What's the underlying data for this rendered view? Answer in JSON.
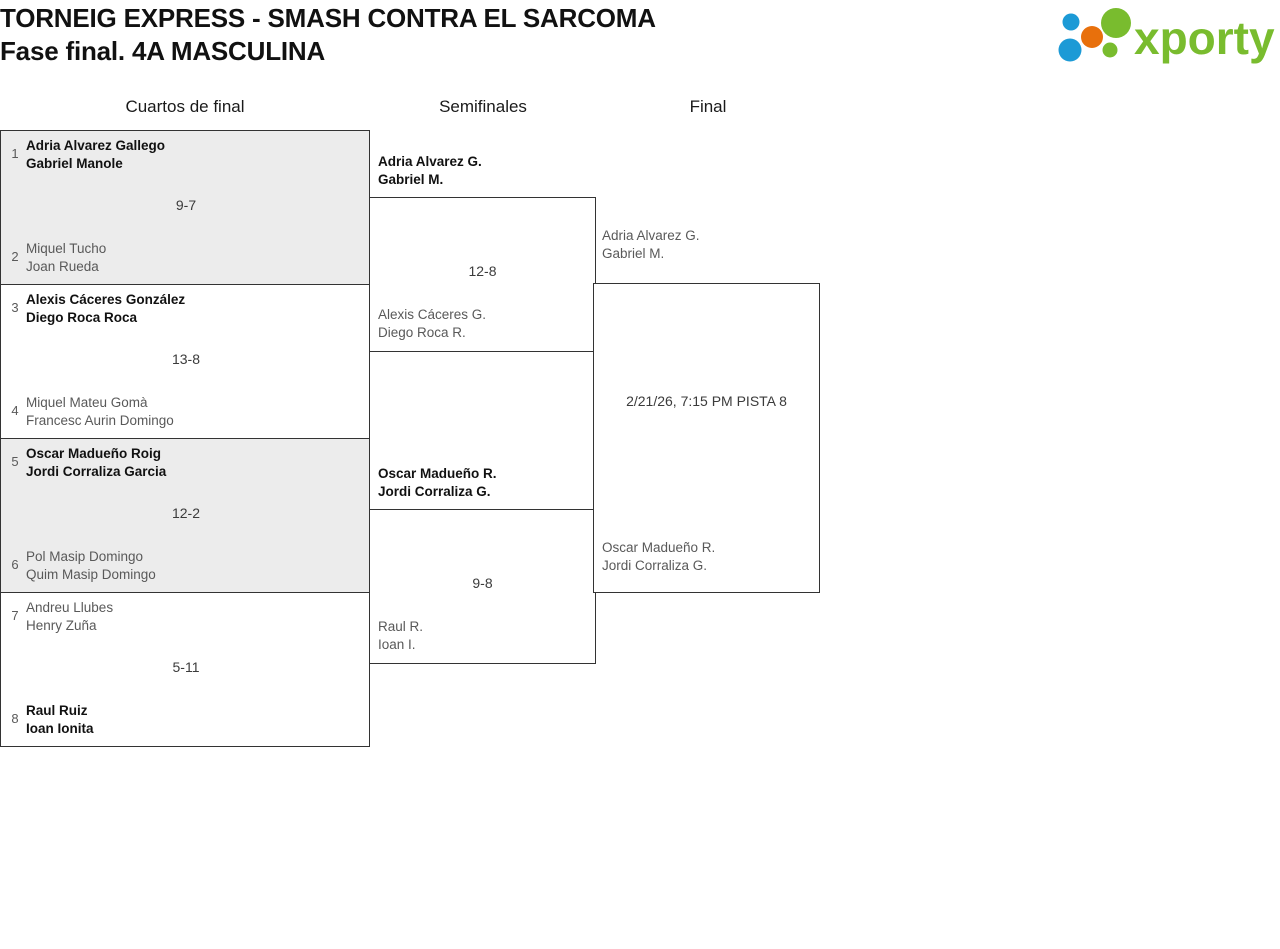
{
  "header": {
    "title_line1": "TORNEIG EXPRESS - SMASH CONTRA EL SARCOMA",
    "title_line2": "Fase final. 4A MASCULINA",
    "logo_text": "xporty",
    "logo_colors": {
      "green": "#79bc2e",
      "orange": "#e8700c",
      "blue": "#1c9ad6"
    }
  },
  "rounds": {
    "quarterfinals_label": "Cuartos de final",
    "semifinals_label": "Semifinales",
    "final_label": "Final"
  },
  "quarterfinals": [
    {
      "shaded": true,
      "score": "9-7",
      "top": {
        "seed": "1",
        "p1": "Adria Alvarez Gallego",
        "p2": "Gabriel Manole",
        "winner": true
      },
      "bottom": {
        "seed": "2",
        "p1": "Miquel Tucho",
        "p2": "Joan Rueda",
        "winner": false
      }
    },
    {
      "shaded": false,
      "score": "13-8",
      "top": {
        "seed": "3",
        "p1": "Alexis Cáceres González",
        "p2": "Diego Roca Roca",
        "winner": true
      },
      "bottom": {
        "seed": "4",
        "p1": "Miquel Mateu Gomà",
        "p2": "Francesc Aurin Domingo",
        "winner": false
      }
    },
    {
      "shaded": true,
      "score": "12-2",
      "top": {
        "seed": "5",
        "p1": "Oscar Madueño Roig",
        "p2": "Jordi Corraliza Garcia",
        "winner": true
      },
      "bottom": {
        "seed": "6",
        "p1": "Pol Masip Domingo",
        "p2": "Quim Masip Domingo",
        "winner": false
      }
    },
    {
      "shaded": false,
      "score": "5-11",
      "top": {
        "seed": "7",
        "p1": "Andreu Llubes",
        "p2": "Henry Zuña",
        "winner": false
      },
      "bottom": {
        "seed": "8",
        "p1": "Raul Ruiz",
        "p2": "Ioan Ionita",
        "winner": true
      }
    }
  ],
  "semifinals": [
    {
      "score": "12-8",
      "top": {
        "p1": "Adria Alvarez G.",
        "p2": "Gabriel M.",
        "winner": true
      },
      "bottom": {
        "p1": "Alexis Cáceres G.",
        "p2": "Diego Roca R.",
        "winner": false
      }
    },
    {
      "score": "9-8",
      "top": {
        "p1": "Oscar Madueño R.",
        "p2": "Jordi Corraliza G.",
        "winner": true
      },
      "bottom": {
        "p1": "Raul R.",
        "p2": "Ioan I.",
        "winner": false
      }
    }
  ],
  "final": {
    "schedule": "2/21/26, 7:15 PM PISTA 8",
    "top": {
      "p1": "Adria Alvarez G.",
      "p2": "Gabriel M.",
      "winner": false
    },
    "bottom": {
      "p1": "Oscar Madueño R.",
      "p2": "Jordi Corraliza G.",
      "winner": false
    }
  }
}
